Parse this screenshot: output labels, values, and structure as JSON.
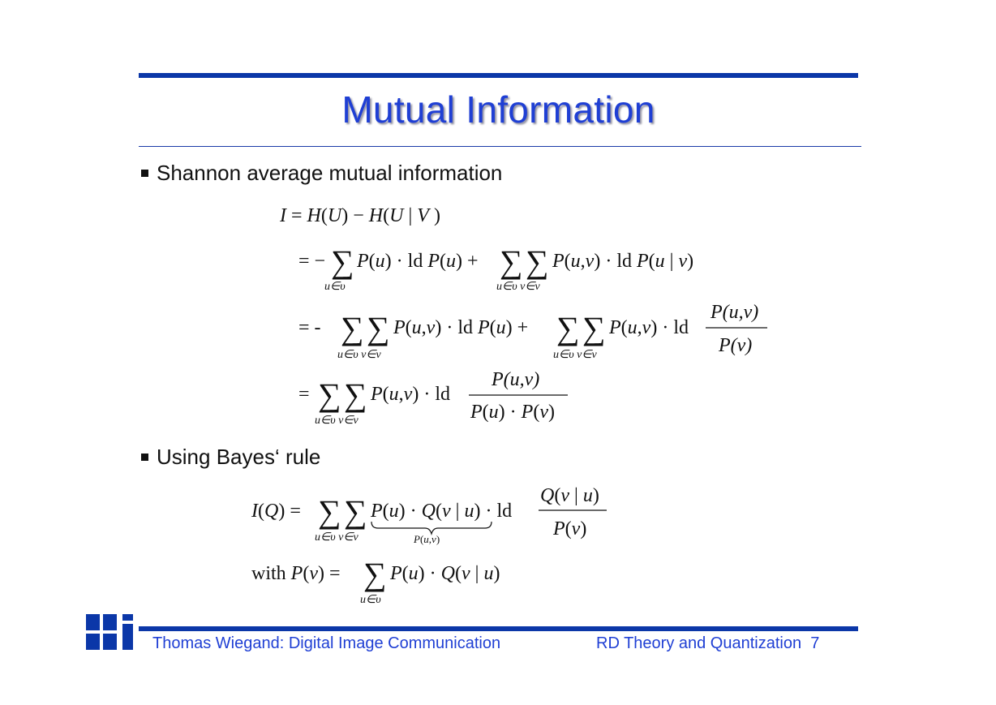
{
  "slide": {
    "title": "Mutual Information",
    "bullets": [
      "Shannon average mutual information",
      "Using Bayes‘ rule"
    ]
  },
  "footer": {
    "left": "Thomas Wiegand: Digital Image Communication",
    "right": "RD Theory and Quantization",
    "page": "7"
  },
  "colors": {
    "accent": "#0b37a8",
    "title": "#1f3fd4",
    "footer_text": "#1f3fd4"
  },
  "equations": {
    "line1": "I = H(U) − H(U | V)",
    "line2": "= − Σ_{u∈υ} P(u) · ld P(u) + Σ_{u∈υ} Σ_{v∈ν} P(u,v) · ld P(u | v)",
    "line3": "= - Σ_{u∈υ} Σ_{v∈ν} P(u,v) · ld P(u) + Σ_{u∈υ} Σ_{v∈ν} P(u,v) · ld P(u,v)/P(v)",
    "line4": "= Σ_{u∈υ} Σ_{v∈ν} P(u,v) · ld P(u,v)/(P(u) · P(v))",
    "line5": "I(Q) = Σ_{u∈υ} Σ_{v∈ν} P(u) · Q(v | u) · ld Q(v | u)/P(v), underbrace P(u,v)",
    "line6": "with P(v) = Σ_{u∈υ} P(u) · Q(v | u)"
  }
}
